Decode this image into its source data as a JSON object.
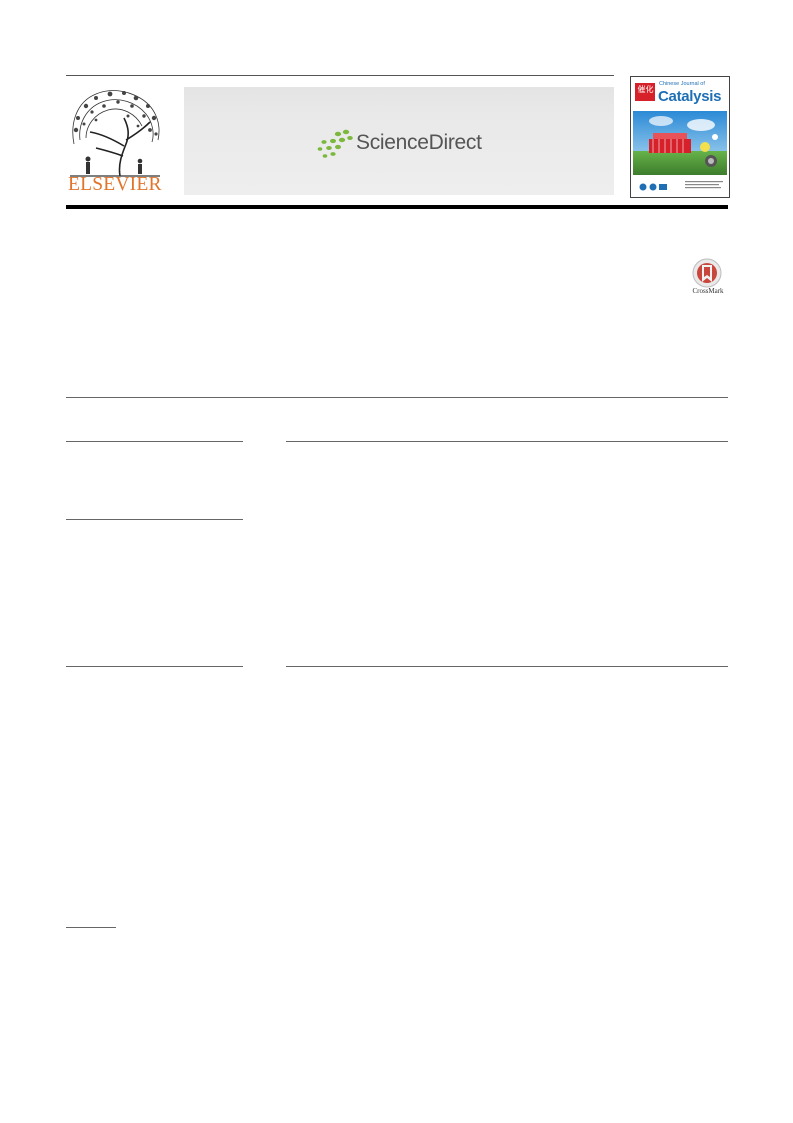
{
  "header": {
    "publisher_wordmark": "ELSEVIER",
    "platform_wordmark": "ScienceDirect",
    "journal_cover": {
      "title_line1": "Chinese Journal of",
      "title_line2": "Catalysis",
      "emblem_chars": "催化"
    },
    "crossmark_label": "CrossMark"
  },
  "colors": {
    "elsevier_orange": "#e0742b",
    "sciencedirect_green": "#7cb83e",
    "cover_blue": "#1f6fb5",
    "cover_red": "#d6212a",
    "crossmark_red": "#c9463d"
  },
  "icons": {
    "publisher_logo": "elsevier-tree-logo",
    "platform_logo": "sciencedirect-dots-logo",
    "crossmark": "crossmark-icon"
  }
}
